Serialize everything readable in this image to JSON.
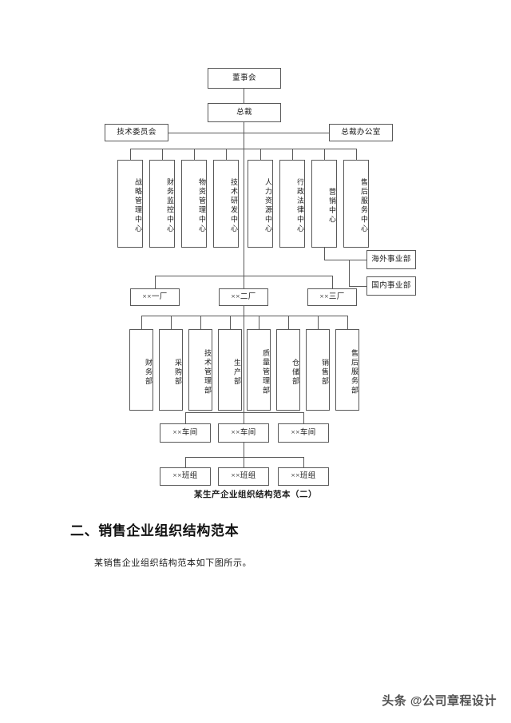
{
  "document": {
    "caption": "某生产企业组织结构范本（二）",
    "heading": "二、销售企业组织结构范本",
    "paragraph": "某销售企业组织结构范本如下图所示。",
    "watermark": "头条 @公司章程设计",
    "line_color": "#595959",
    "background": "#ffffff"
  },
  "chart_data": {
    "type": "diagram",
    "title": "某生产企业组织结构范本（二）",
    "orientation": "top-down org chart",
    "top": {
      "board": "董事会",
      "president": "总裁",
      "tech_committee": "技术委员会",
      "president_office": "总裁办公室"
    },
    "centers_left": [
      "战略管理中心",
      "财务监控中心",
      "物资管理中心",
      "技术研发中心"
    ],
    "centers_right": [
      "人力资源中心",
      "行政法律中心",
      "营销中心",
      "售后服务中心"
    ],
    "divisions": [
      "海外事业部",
      "国内事业部"
    ],
    "factories": [
      "××一厂",
      "××二厂",
      "××三厂"
    ],
    "departments": [
      "财务部",
      "采购部",
      "技术管理部",
      "生产部",
      "质量管理部",
      "仓储部",
      "销售部",
      "售后服务部"
    ],
    "workshops": [
      "××车间",
      "××车间",
      "××车间"
    ],
    "teams": [
      "××班组",
      "××班组",
      "××班组"
    ]
  }
}
